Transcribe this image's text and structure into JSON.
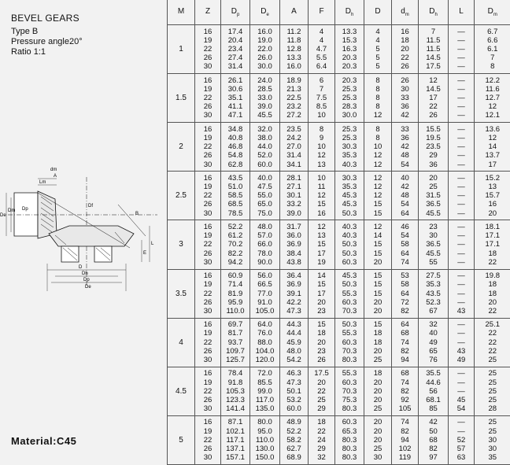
{
  "header": {
    "title": "BEVEL GEARS",
    "type": "Type B",
    "pressure_angle": "Pressure angle20°",
    "ratio": "Ratio 1:1"
  },
  "material": "Material:C45",
  "drawing_labels": {
    "dm": "dm",
    "lm": "Lm",
    "a": "A",
    "b": "B",
    "de": "De",
    "dm2": "Dm",
    "dp": "Dp",
    "dh": "Dh",
    "d": "D",
    "l": "L",
    "e": "E",
    "df": "Df"
  },
  "columns": [
    {
      "main": "M",
      "sub": ""
    },
    {
      "main": "Z",
      "sub": ""
    },
    {
      "main": "D",
      "sub": "p"
    },
    {
      "main": "D",
      "sub": "e"
    },
    {
      "main": "A",
      "sub": ""
    },
    {
      "main": "F",
      "sub": ""
    },
    {
      "main": "D",
      "sub": "h"
    },
    {
      "main": "D",
      "sub": ""
    },
    {
      "main": "d",
      "sub": "m"
    },
    {
      "main": "D",
      "sub": "h"
    },
    {
      "main": "L",
      "sub": ""
    },
    {
      "main": "D",
      "sub": "m"
    }
  ],
  "groups": [
    {
      "m": "1",
      "rows": [
        [
          "16",
          "17.4",
          "16.0",
          "11.2",
          "4",
          "13.3",
          "4",
          "16",
          "7",
          "—",
          "6.7"
        ],
        [
          "19",
          "20.4",
          "19.0",
          "11.8",
          "4",
          "15.3",
          "4",
          "18",
          "11.5",
          "—",
          "6.6"
        ],
        [
          "22",
          "23.4",
          "22.0",
          "12.8",
          "4.7",
          "16.3",
          "5",
          "20",
          "11.5",
          "—",
          "6.1"
        ],
        [
          "26",
          "27.4",
          "26.0",
          "13.3",
          "5.5",
          "20.3",
          "5",
          "22",
          "14.5",
          "—",
          "7"
        ],
        [
          "30",
          "31.4",
          "30.0",
          "16.0",
          "6.4",
          "20.3",
          "5",
          "26",
          "17.5",
          "—",
          "8"
        ]
      ]
    },
    {
      "m": "1.5",
      "rows": [
        [
          "16",
          "26.1",
          "24.0",
          "18.9",
          "6",
          "20.3",
          "8",
          "26",
          "12",
          "—",
          "12.2"
        ],
        [
          "19",
          "30.6",
          "28.5",
          "21.3",
          "7",
          "25.3",
          "8",
          "30",
          "14.5",
          "—",
          "11.6"
        ],
        [
          "22",
          "35.1",
          "33.0",
          "22.5",
          "7.5",
          "25.3",
          "8",
          "33",
          "17",
          "—",
          "12.7"
        ],
        [
          "26",
          "41.1",
          "39.0",
          "23.2",
          "8.5",
          "28.3",
          "8",
          "36",
          "22",
          "—",
          "12"
        ],
        [
          "30",
          "47.1",
          "45.5",
          "27.2",
          "10",
          "30.0",
          "12",
          "42",
          "26",
          "—",
          "12.1"
        ]
      ]
    },
    {
      "m": "2",
      "rows": [
        [
          "16",
          "34.8",
          "32.0",
          "23.5",
          "8",
          "25.3",
          "8",
          "33",
          "15.5",
          "—",
          "13.6"
        ],
        [
          "19",
          "40.8",
          "38.0",
          "24.2",
          "9",
          "25.3",
          "8",
          "36",
          "19.5",
          "—",
          "12"
        ],
        [
          "22",
          "46.8",
          "44.0",
          "27.0",
          "10",
          "30.3",
          "10",
          "42",
          "23.5",
          "—",
          "14"
        ],
        [
          "26",
          "54.8",
          "52.0",
          "31.4",
          "12",
          "35.3",
          "12",
          "48",
          "29",
          "—",
          "13.7"
        ],
        [
          "30",
          "62.8",
          "60.0",
          "34.1",
          "13",
          "40.3",
          "12",
          "54",
          "36",
          "—",
          "17"
        ]
      ]
    },
    {
      "m": "2.5",
      "rows": [
        [
          "16",
          "43.5",
          "40.0",
          "28.1",
          "10",
          "30.3",
          "12",
          "40",
          "20",
          "—",
          "15.2"
        ],
        [
          "19",
          "51.0",
          "47.5",
          "27.1",
          "11",
          "35.3",
          "12",
          "42",
          "25",
          "—",
          "13"
        ],
        [
          "22",
          "58.5",
          "55.0",
          "30.1",
          "12",
          "45.3",
          "12",
          "48",
          "31.5",
          "—",
          "15.7"
        ],
        [
          "26",
          "68.5",
          "65.0",
          "33.2",
          "15",
          "45.3",
          "15",
          "54",
          "36.5",
          "—",
          "16"
        ],
        [
          "30",
          "78.5",
          "75.0",
          "39.0",
          "16",
          "50.3",
          "15",
          "64",
          "45.5",
          "—",
          "20"
        ]
      ]
    },
    {
      "m": "3",
      "rows": [
        [
          "16",
          "52.2",
          "48.0",
          "31.7",
          "12",
          "40.3",
          "12",
          "46",
          "23",
          "—",
          "18.1"
        ],
        [
          "19",
          "61.2",
          "57.0",
          "36.0",
          "13",
          "40.3",
          "14",
          "54",
          "30",
          "—",
          "17.1"
        ],
        [
          "22",
          "70.2",
          "66.0",
          "36.9",
          "15",
          "50.3",
          "15",
          "58",
          "36.5",
          "—",
          "17.1"
        ],
        [
          "26",
          "82.2",
          "78.0",
          "38.4",
          "17",
          "50.3",
          "15",
          "64",
          "45.5",
          "—",
          "18"
        ],
        [
          "30",
          "94.2",
          "90.0",
          "43.8",
          "19",
          "60.3",
          "20",
          "74",
          "55",
          "—",
          "22"
        ]
      ]
    },
    {
      "m": "3.5",
      "rows": [
        [
          "16",
          "60.9",
          "56.0",
          "36.4",
          "14",
          "45.3",
          "15",
          "53",
          "27.5",
          "—",
          "19.8"
        ],
        [
          "19",
          "71.4",
          "66.5",
          "36.9",
          "15",
          "50.3",
          "15",
          "58",
          "35.3",
          "—",
          "18"
        ],
        [
          "22",
          "81.9",
          "77.0",
          "39.1",
          "17",
          "55.3",
          "15",
          "64",
          "43.5",
          "—",
          "18"
        ],
        [
          "26",
          "95.9",
          "91.0",
          "42.2",
          "20",
          "60.3",
          "20",
          "72",
          "52.3",
          "—",
          "20"
        ],
        [
          "30",
          "110.0",
          "105.0",
          "47.3",
          "23",
          "70.3",
          "20",
          "82",
          "67",
          "43",
          "22"
        ]
      ]
    },
    {
      "m": "4",
      "rows": [
        [
          "16",
          "69.7",
          "64.0",
          "44.3",
          "15",
          "50.3",
          "15",
          "64",
          "32",
          "—",
          "25.1"
        ],
        [
          "19",
          "81.7",
          "76.0",
          "44.4",
          "18",
          "55.3",
          "18",
          "68",
          "40",
          "—",
          "22"
        ],
        [
          "22",
          "93.7",
          "88.0",
          "45.9",
          "20",
          "60.3",
          "18",
          "74",
          "49",
          "—",
          "22"
        ],
        [
          "26",
          "109.7",
          "104.0",
          "48.0",
          "23",
          "70.3",
          "20",
          "82",
          "65",
          "43",
          "22"
        ],
        [
          "30",
          "125.7",
          "120.0",
          "54.2",
          "26",
          "80.3",
          "25",
          "94",
          "76",
          "49",
          "25"
        ]
      ]
    },
    {
      "m": "4.5",
      "rows": [
        [
          "16",
          "78.4",
          "72.0",
          "46.3",
          "17.5",
          "55.3",
          "18",
          "68",
          "35.5",
          "—",
          "25"
        ],
        [
          "19",
          "91.8",
          "85.5",
          "47.3",
          "20",
          "60.3",
          "20",
          "74",
          "44.6",
          "—",
          "25"
        ],
        [
          "22",
          "105.3",
          "99.0",
          "50.1",
          "22",
          "70.3",
          "20",
          "82",
          "56",
          "—",
          "25"
        ],
        [
          "26",
          "123.3",
          "117.0",
          "53.2",
          "25",
          "75.3",
          "20",
          "92",
          "68.1",
          "45",
          "25"
        ],
        [
          "30",
          "141.4",
          "135.0",
          "60.0",
          "29",
          "80.3",
          "25",
          "105",
          "85",
          "54",
          "28"
        ]
      ]
    },
    {
      "m": "5",
      "rows": [
        [
          "16",
          "87.1",
          "80.0",
          "48.9",
          "18",
          "60.3",
          "20",
          "74",
          "42",
          "—",
          "25"
        ],
        [
          "19",
          "102.1",
          "95.0",
          "52.2",
          "22",
          "65.3",
          "20",
          "82",
          "50",
          "—",
          "25"
        ],
        [
          "22",
          "117.1",
          "110.0",
          "58.2",
          "24",
          "80.3",
          "20",
          "94",
          "68",
          "52",
          "30"
        ],
        [
          "26",
          "137.1",
          "130.0",
          "62.7",
          "29",
          "80.3",
          "25",
          "102",
          "82",
          "57",
          "30"
        ],
        [
          "30",
          "157.1",
          "150.0",
          "68.9",
          "32",
          "80.3",
          "30",
          "119",
          "97",
          "63",
          "35"
        ]
      ]
    }
  ]
}
